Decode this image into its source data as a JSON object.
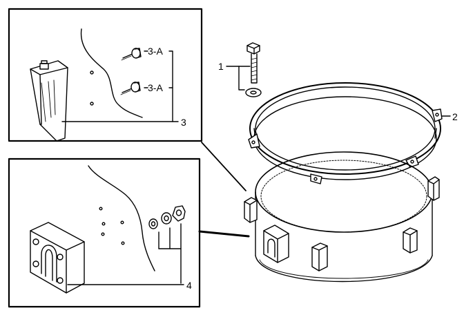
{
  "diagram": {
    "callouts": {
      "bolt": "1",
      "hoop": "2",
      "lug_parts": "3",
      "lug_screw_upper": "3-A",
      "lug_screw_lower": "3-A",
      "mount_parts": "4"
    },
    "parts": {
      "tension_bolt": "tension-bolt-icon",
      "washer": "washer-icon",
      "hoop": "hoop-icon",
      "drum_shell": "drum-shell-icon",
      "tension_lug": "tension-lug-icon",
      "lug_screw": "screw-icon",
      "mount_block": "mount-block-icon",
      "mount_washers": "washer-set-icon"
    },
    "colors": {
      "ink": "#000000",
      "paper": "#ffffff"
    }
  }
}
